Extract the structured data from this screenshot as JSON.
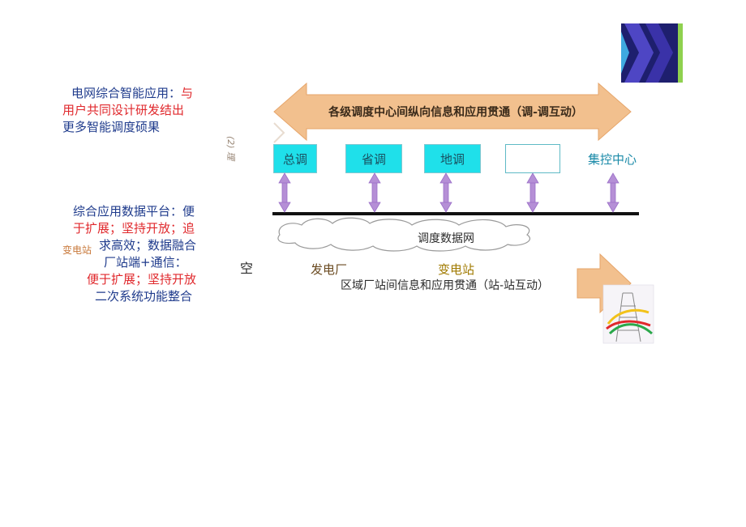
{
  "left_notes": {
    "note1": {
      "part_blue": "电网综合智能应用：",
      "part_red_1": "与",
      "line2": "用户共同设计研发结出",
      "line3": "更多智能调度硕果"
    },
    "note2": {
      "line1": "综合应用数据平台：便",
      "line2": "于扩展；坚持开放；追",
      "line3": "求高效；数据融合",
      "line4": "厂站端+通信：",
      "line5": "便于扩展；坚持开放",
      "line6": "二次系统功能整合"
    },
    "side_label": "变电站"
  },
  "diagram": {
    "top_arrow_label": "各级调度中心间纵向信息和应用贯通（调-调互动）",
    "boxes": [
      {
        "label": "总调"
      },
      {
        "label": "省调"
      },
      {
        "label": "地调"
      },
      {
        "label": ""
      },
      {
        "label": "集控中心"
      }
    ],
    "cloud_label": "调度数据网",
    "left_vertical_text": "(2) 理",
    "kong": "空",
    "power_plant": "发电厂",
    "substation": "变电站",
    "bottom_label": "区域厂站间信息和应用贯通（站-站互动）"
  },
  "colors": {
    "arrow_fill": "#f2c08e",
    "box_fill": "#1fe0ea",
    "connector": "#b58fd6",
    "corner_dark": "#2e2a8c",
    "corner_green": "#8fd14f"
  }
}
